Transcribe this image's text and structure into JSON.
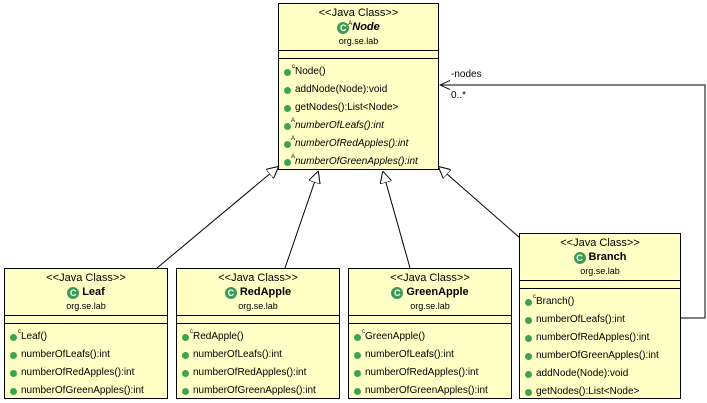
{
  "colors": {
    "class_fill": "#ffffc6",
    "method_dot": "#3ea34f",
    "class_icon": "#3a9c55"
  },
  "node": {
    "stereotype": "<<Java Class>>",
    "name": "Node",
    "package": "org.se.lab",
    "ops": [
      "Node()",
      "addNode(Node):void",
      "getNodes():List<Node>",
      "numberOfLeafs():int",
      "numberOfRedApples():int",
      "numberOfGreenApples():int"
    ]
  },
  "leaf": {
    "stereotype": "<<Java Class>>",
    "name": "Leaf",
    "package": "org.se.lab",
    "ops": [
      "Leaf()",
      "numberOfLeafs():int",
      "numberOfRedApples():int",
      "numberOfGreenApples():int"
    ]
  },
  "redapple": {
    "stereotype": "<<Java Class>>",
    "name": "RedApple",
    "package": "org.se.lab",
    "ops": [
      "RedApple()",
      "numberOfLeafs():int",
      "numberOfRedApples():int",
      "numberOfGreenApples():int"
    ]
  },
  "greenapple": {
    "stereotype": "<<Java Class>>",
    "name": "GreenApple",
    "package": "org.se.lab",
    "ops": [
      "GreenApple()",
      "numberOfLeafs():int",
      "numberOfRedApples():int",
      "numberOfGreenApples():int"
    ]
  },
  "branch": {
    "stereotype": "<<Java Class>>",
    "name": "Branch",
    "package": "org.se.lab",
    "ops": [
      "Branch()",
      "numberOfLeafs():int",
      "numberOfRedApples():int",
      "numberOfGreenApples():int",
      "addNode(Node):void",
      "getNodes():List<Node>"
    ]
  },
  "association": {
    "role": "-nodes",
    "multiplicity": "0..*"
  }
}
